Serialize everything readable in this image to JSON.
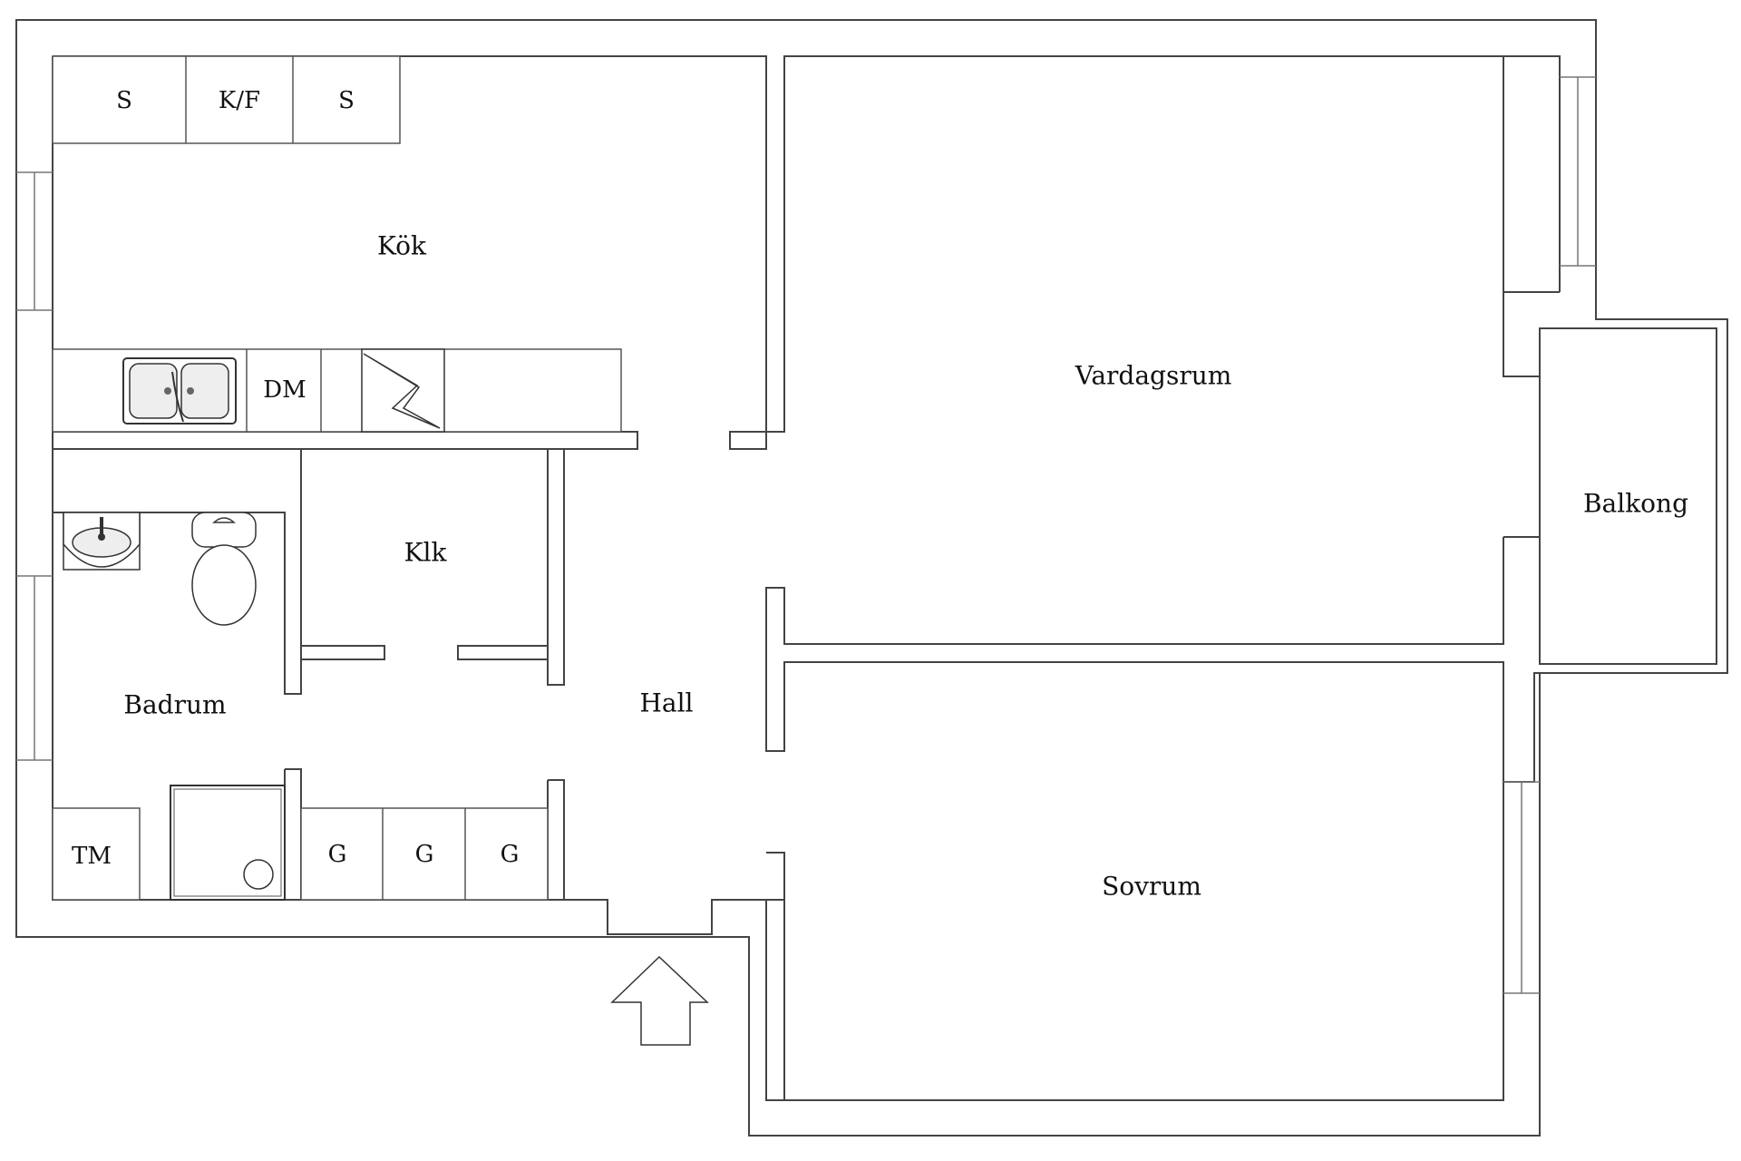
{
  "rooms": {
    "kitchen": "Kök",
    "living": "Vardagsrum",
    "balcony": "Balkong",
    "closet": "Klk",
    "bathroom": "Badrum",
    "hall": "Hall",
    "bedroom": "Sovrum"
  },
  "fixtures": {
    "cabinet_s1": "S",
    "fridge_freezer": "K/F",
    "cabinet_s2": "S",
    "dishwasher": "DM",
    "washer": "TM",
    "wardrobe_1": "G",
    "wardrobe_2": "G",
    "wardrobe_3": "G"
  },
  "icons": {
    "entrance": "entrance-arrow-icon",
    "sink": "kitchen-sink-icon",
    "stove": "stove-icon",
    "basin": "wash-basin-icon",
    "toilet": "toilet-icon",
    "shower": "shower-icon"
  }
}
